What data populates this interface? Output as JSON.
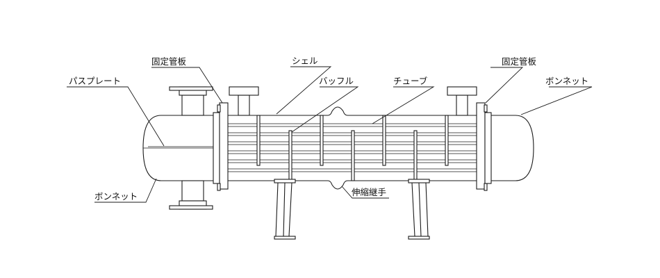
{
  "labels": {
    "fixed_tubesheet_left": "固定管板",
    "shell": "シェル",
    "fixed_tubesheet_right": "固定管板",
    "pass_plate": "パスプレート",
    "baffle": "バッフル",
    "tube": "チューブ",
    "bonnet_right": "ボンネット",
    "bonnet_left": "ボンネット",
    "expansion_joint": "伸縮継手"
  },
  "colors": {
    "line": "#1a1a1a",
    "background": "#ffffff",
    "text": "#111111"
  }
}
